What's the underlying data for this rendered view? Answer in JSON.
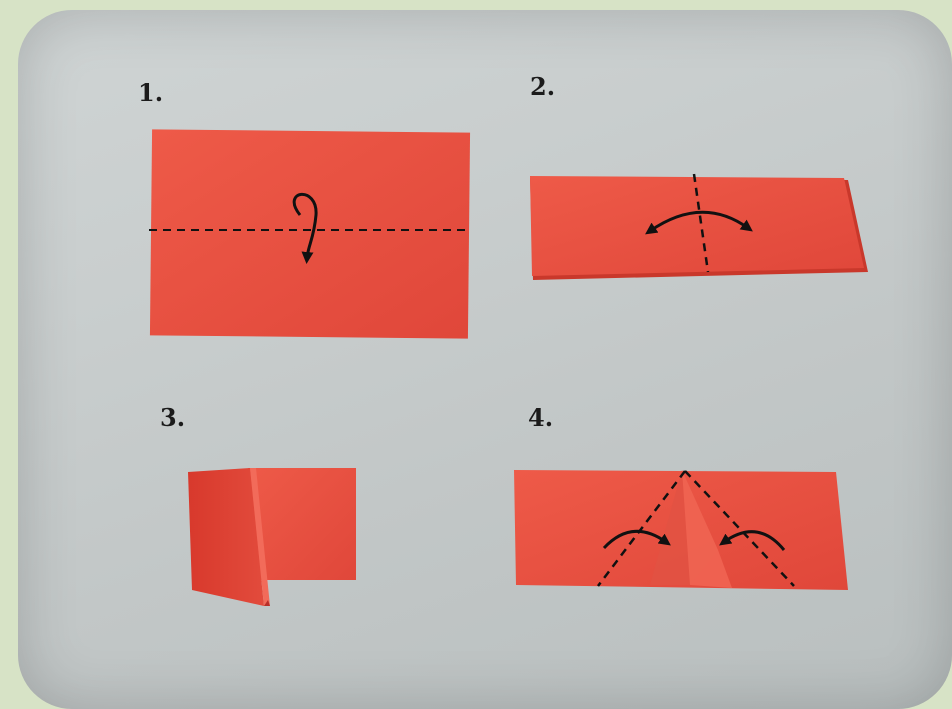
{
  "steps": [
    {
      "number": "1."
    },
    {
      "number": "2."
    },
    {
      "number": "3."
    },
    {
      "number": "4."
    }
  ],
  "colors": {
    "border": "#d7e3c6",
    "background": "#c9cece",
    "paper": "#e8503f",
    "paper_dark": "#d43c2e",
    "fold_line": "#111111"
  }
}
